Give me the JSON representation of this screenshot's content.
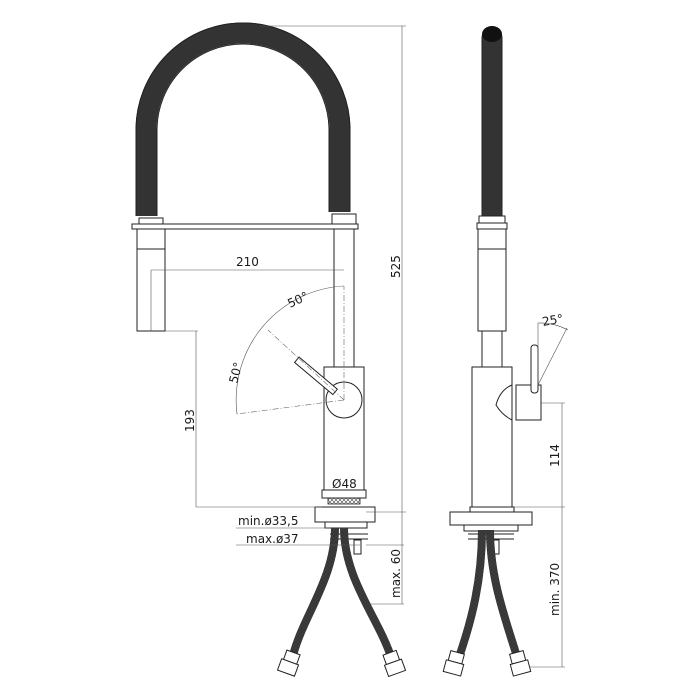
{
  "drawing": {
    "title": "Kitchen mixer with flexible spout – technical drawing",
    "views": [
      "front-view",
      "side-view"
    ],
    "dimensions": {
      "spout_reach": "210",
      "total_height": "525",
      "spout_height": "193",
      "handle_angle_front_upper": "50°",
      "handle_angle_front_lower": "50°",
      "body_diameter": "Ø48",
      "min_hole": "min.ø33,5",
      "max_hole": "max.ø37",
      "max_deck_thickness": "max. 60",
      "handle_angle_side": "25°",
      "handle_height": "114",
      "hose_length": "min. 370"
    },
    "colors": {
      "line": "#222222",
      "dimension_line": "#555555",
      "background": "#ffffff"
    }
  }
}
